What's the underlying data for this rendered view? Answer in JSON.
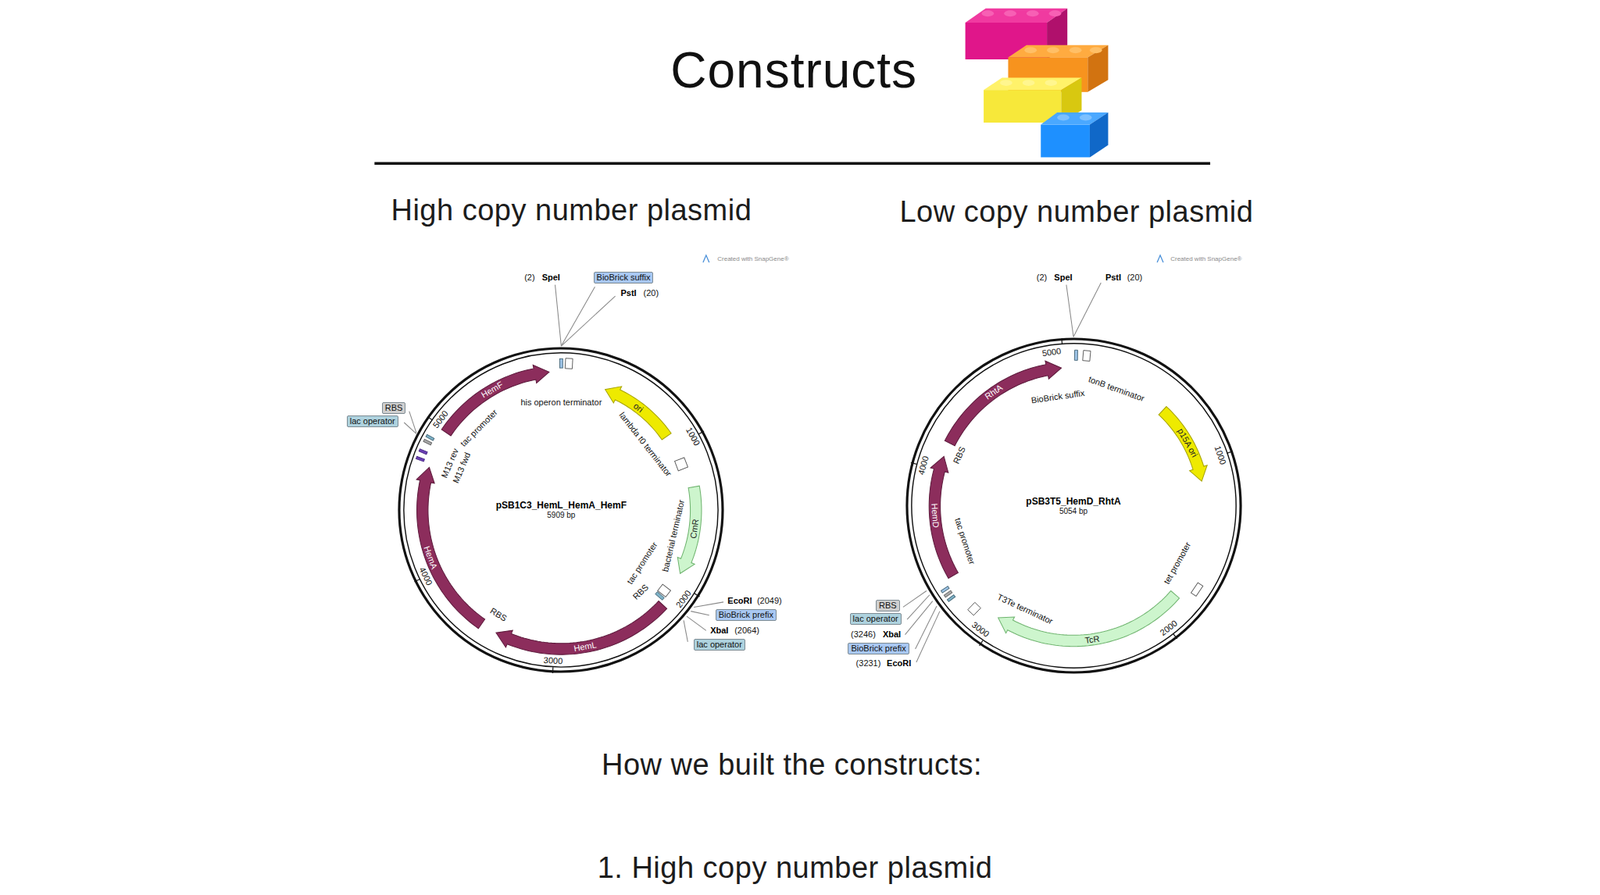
{
  "diagram": {
    "title": "Constructs",
    "nodes": [
      {
        "text": [
          "pSB1C3_HemL_HemA_HemF",
          "5909 bp"
        ]
      },
      {
        "text": [
          "BioBrick suffix"
        ]
      },
      {
        "text": [
          "RBS"
        ]
      },
      {
        "text": [
          "lac operator"
        ]
      },
      {
        "text": [
          "BioBrick prefix"
        ]
      },
      {
        "text": [
          "lac operator"
        ]
      },
      {
        "text": [
          "pSB3T5_HemD_RhtA",
          "5054 bp"
        ]
      },
      {
        "text": [
          "RBS"
        ]
      },
      {
        "text": [
          "lac operator"
        ]
      },
      {
        "text": [
          "BioBrick prefix"
        ]
      }
    ],
    "labels": [
      "High copy number plasmid",
      "Low copy number plasmid",
      "Created with SnapGene®",
      "(2)",
      "SpeI",
      "PstI",
      "(20)",
      "his operon terminator",
      "ori",
      "lambda t0 terminator",
      "1000",
      "CmR",
      "bacterial terminator",
      "tac promoter",
      "RBS",
      "2000",
      "EcoRI",
      "(2049)",
      "XbaI",
      "(2064)",
      "HemL",
      "RBS",
      "3000",
      "HemA",
      "4000",
      "M13 rev",
      "M13 fwd",
      "tac promoter",
      "5000",
      "HemF",
      "Created with SnapGene®",
      "(2)",
      "SpeI",
      "PstI",
      "(20)",
      "5000",
      "BioBrick suffix",
      "tonB terminator",
      "p15A ori",
      "1000",
      "tet promoter",
      "2000",
      "TcR",
      "3000",
      "T3Te terminator",
      "(3246)",
      "XbaI",
      "(3231)",
      "EcoRI",
      "tac promoter",
      "HemD",
      "4000",
      "RBS",
      "RhtA",
      "How we built the constructs:",
      "1. High copy number plasmid"
    ]
  }
}
